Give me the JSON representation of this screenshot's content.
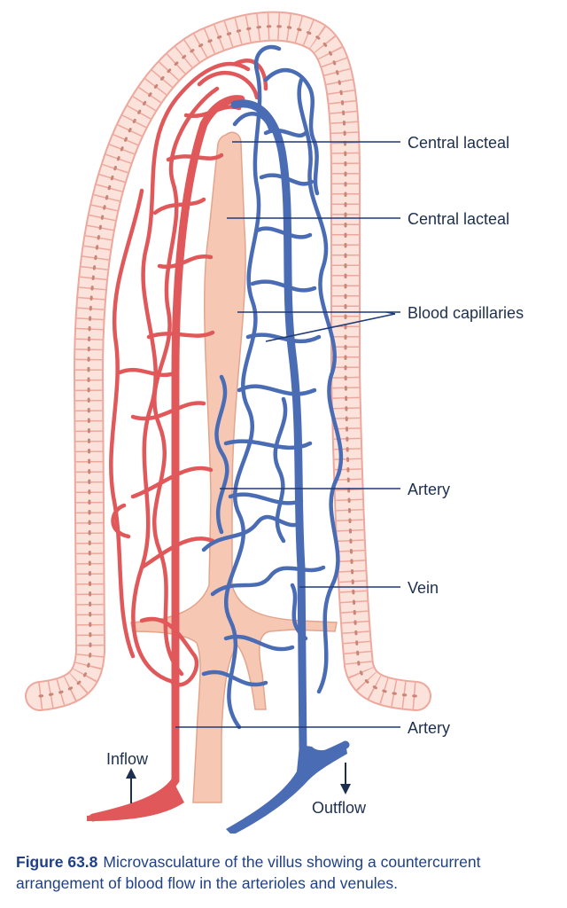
{
  "labels": {
    "central_lacteal_1": "Central lacteal",
    "central_lacteal_2": "Central lacteal",
    "blood_capillaries": "Blood capillaries",
    "artery_1": "Artery",
    "vein": "Vein",
    "artery_2": "Artery",
    "inflow": "Inflow",
    "outflow": "Outflow"
  },
  "caption": {
    "figure_number": "Figure 63.8",
    "text": "Microvasculature of the villus showing a countercurrent arrangement of blood flow in the arterioles and venules."
  },
  "colors": {
    "artery": "#e0585a",
    "vein": "#4a6cb5",
    "lacteal": "#f6c8b4",
    "epithelium": "#f4bdb3",
    "leader": "#1f3a78",
    "caption": "#1f3f86"
  }
}
